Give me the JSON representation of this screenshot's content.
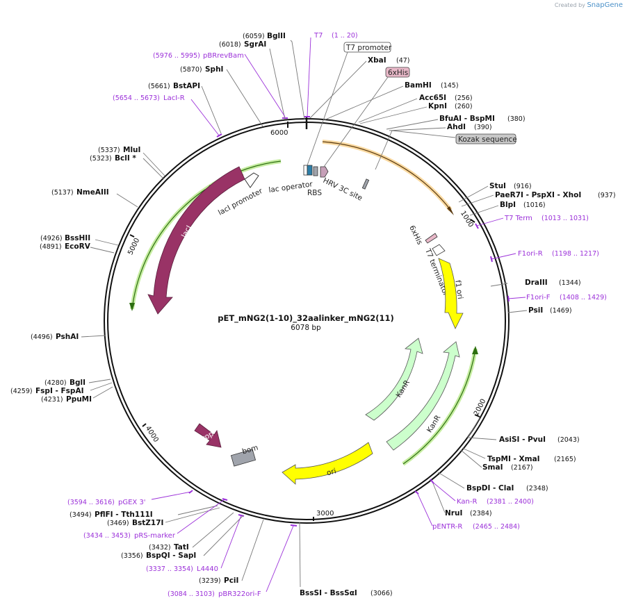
{
  "credit": {
    "created_by": "Created by",
    "brand": "SnapGene"
  },
  "plasmid": {
    "name": "pET_mNG2(1-10)_32aalinker_mNG2(11)",
    "size": "6078 bp"
  },
  "ticks": [
    "1000",
    "2000",
    "3000",
    "4000",
    "5000",
    "6000"
  ],
  "enzyme_labels": [
    {
      "pos": "(6059)",
      "name": "BglII"
    },
    {
      "pos": "(6018)",
      "name": "SgrAI"
    },
    {
      "pos": "(5870)",
      "name": "SphI"
    },
    {
      "pos": "(5661)",
      "name": "BstAPI"
    },
    {
      "pos": "(5337)",
      "name": "MluI"
    },
    {
      "pos": "(5323)",
      "name": "BclI *"
    },
    {
      "pos": "(5137)",
      "name": "NmeAIII"
    },
    {
      "pos": "(4926)",
      "name": "BssHII"
    },
    {
      "pos": "(4891)",
      "name": "EcoRV"
    },
    {
      "pos": "(4496)",
      "name": "PshAI"
    },
    {
      "pos": "(4280)",
      "name": "BglI"
    },
    {
      "pos": "(4259)",
      "name": "FspI  -  FspAI"
    },
    {
      "pos": "(4231)",
      "name": "PpuMI"
    },
    {
      "pos": "(3494)",
      "name": "PflFI  -  Tth111I"
    },
    {
      "pos": "(3469)",
      "name": "BstZ17I"
    },
    {
      "pos": "(3432)",
      "name": "TatI"
    },
    {
      "pos": "(3356)",
      "name": "BspQI  -  SapI"
    },
    {
      "pos": "(3239)",
      "name": "PciI"
    },
    {
      "pos": "(47)",
      "name": "XbaI"
    },
    {
      "pos": "(145)",
      "name": "BamHI"
    },
    {
      "pos": "(256)",
      "name": "Acc65I"
    },
    {
      "pos": "(260)",
      "name": "KpnI"
    },
    {
      "pos": "(380)",
      "name": "BfuAI  -  BspMI"
    },
    {
      "pos": "(390)",
      "name": "AhdI"
    },
    {
      "pos": "(916)",
      "name": "StuI"
    },
    {
      "pos": "(937)",
      "name": "PaeR7I  -  PspXI  -  XhoI"
    },
    {
      "pos": "(1016)",
      "name": "BlpI"
    },
    {
      "pos": "(1344)",
      "name": "DraIII"
    },
    {
      "pos": "(1469)",
      "name": "PsiI"
    },
    {
      "pos": "(2043)",
      "name": "AsiSI  -  PvuI"
    },
    {
      "pos": "(2165)",
      "name": "TspMI  -  XmaI"
    },
    {
      "pos": "(2167)",
      "name": "SmaI"
    },
    {
      "pos": "(2348)",
      "name": "BspDI  -  ClaI"
    },
    {
      "pos": "(2384)",
      "name": "NruI"
    },
    {
      "pos": "(3066)",
      "name": "BssSI  -  BssSαI"
    }
  ],
  "primer_labels": [
    {
      "name": "T7",
      "range": "(1 .. 20)"
    },
    {
      "name": "pBRrevBam",
      "range": "(5976 .. 5995)"
    },
    {
      "name": "LacI-R",
      "range": "(5654 .. 5673)"
    },
    {
      "name": "T7 Term",
      "range": "(1013 .. 1031)"
    },
    {
      "name": "F1ori-R",
      "range": "(1198 .. 1217)"
    },
    {
      "name": "F1ori-F",
      "range": "(1408 .. 1429)"
    },
    {
      "name": "Kan-R",
      "range": "(2381 .. 2400)"
    },
    {
      "name": "pENTR-R",
      "range": "(2465 .. 2484)"
    },
    {
      "name": "pGEX 3'",
      "range": "(3594 .. 3616)"
    },
    {
      "name": "pRS-marker",
      "range": "(3434 .. 3453)"
    },
    {
      "name": "L4440",
      "range": "(3337 .. 3354)"
    },
    {
      "name": "pBR322ori-F",
      "range": "(3084 .. 3103)"
    }
  ],
  "boxed_labels": [
    {
      "text": "T7 promoter",
      "color": "#ffffff"
    },
    {
      "text": "6xHis",
      "color": "#e8b8c8"
    },
    {
      "text": "Kozak sequence",
      "color": "#c8c8c8"
    }
  ],
  "features": {
    "laci": "lacI",
    "laci_promoter": "lacI promoter",
    "lac_operator": "lac operator",
    "rbs": "RBS",
    "hrv": "HRV 3C site",
    "his_inner": "6xHis",
    "t7_terminator": "T7 terminator",
    "f1ori": "f1 ori",
    "kanr1": "KanR",
    "kanr2": "KanR",
    "ori": "ori",
    "rop": "rop",
    "bom": "bom"
  },
  "colors": {
    "laci": "#993366",
    "rop": "#993366",
    "f1ori": "#ffff00",
    "ori": "#ffff00",
    "kanr": "#ccffcc",
    "bom": "#a0a4ac",
    "orf_orange": "#f5a623",
    "orf_green": "#7fcf3f",
    "primer": "#9b30d9"
  }
}
